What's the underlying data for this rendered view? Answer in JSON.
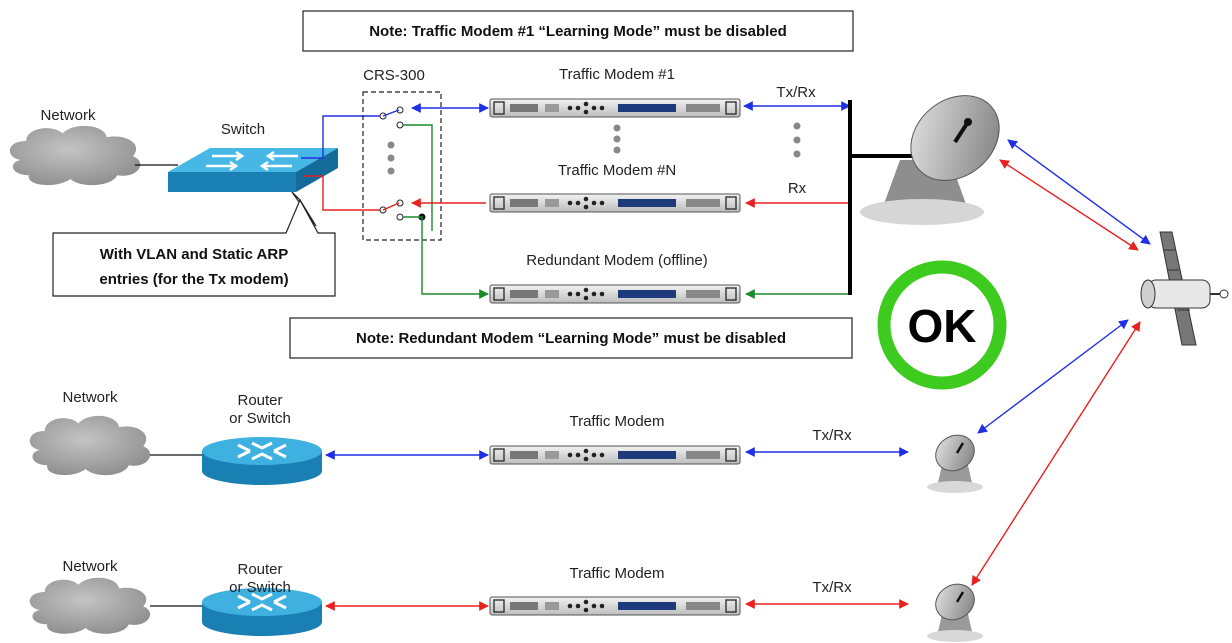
{
  "notes": {
    "top": "Note: Traffic Modem #1 “Learning Mode” must be disabled",
    "middle": "Note: Redundant Modem “Learning Mode” must be disabled",
    "vlan_line1": "With VLAN and Static ARP",
    "vlan_line2": "entries (for the Tx modem)"
  },
  "labels": {
    "network_top": "Network",
    "switch": "Switch",
    "crs": "CRS-300",
    "modem_1": "Traffic Modem #1",
    "modem_n": "Traffic Modem #N",
    "modem_redundant": "Redundant Modem (offline)",
    "txrx_top": "Tx/Rx",
    "rx": "Rx",
    "network_mid": "Network",
    "router_mid_line1": "Router",
    "router_mid_line2": "or Switch",
    "modem_mid": "Traffic Modem",
    "txrx_mid": "Tx/Rx",
    "network_bot": "Network",
    "router_bot_line1": "Router",
    "router_bot_line2": "or Switch",
    "modem_bot": "Traffic Modem",
    "txrx_bot": "Tx/Rx"
  },
  "status": {
    "ok_text": "OK",
    "ok_ring_color": "#3ecb1f"
  },
  "colors": {
    "tx": "#1f2fe6",
    "rx": "#e8201e",
    "redundant": "#1a8a2a",
    "device_blue": "#29a6d9"
  }
}
